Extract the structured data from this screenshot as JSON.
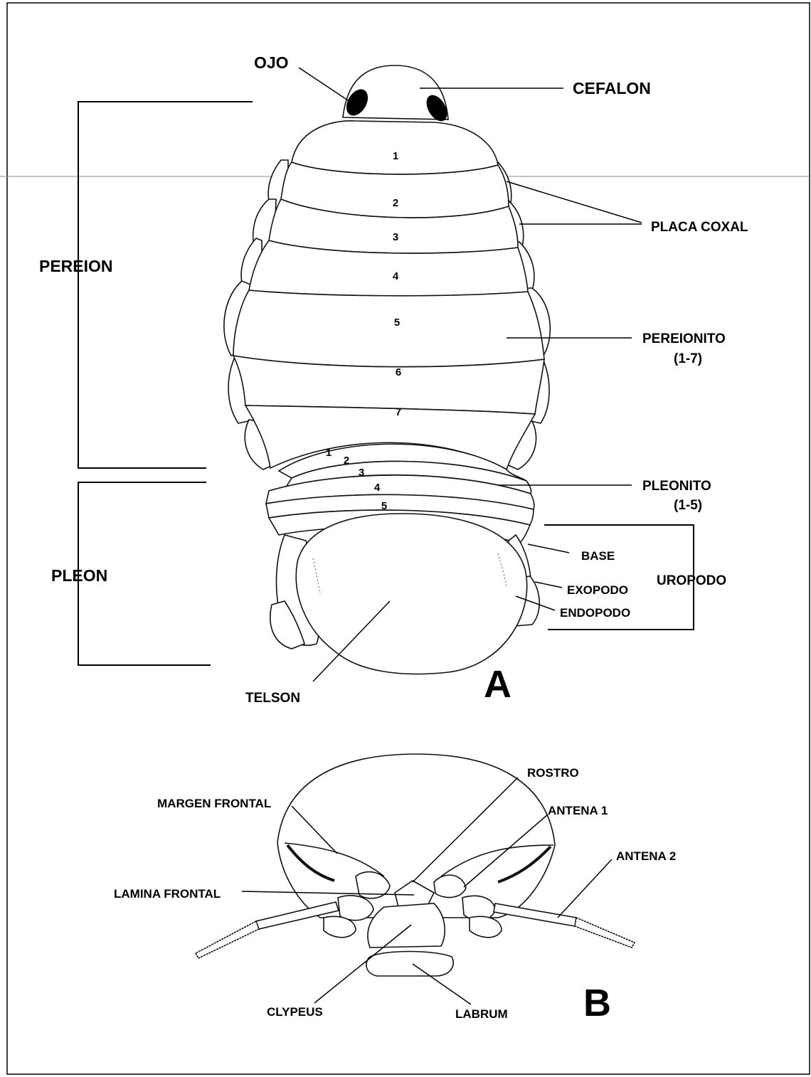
{
  "figure_a": {
    "panel_letter": "A",
    "labels": {
      "ojo": "OJO",
      "cefalon": "CEFALON",
      "placa_coxal": "PLACA COXAL",
      "pereion": "PEREION",
      "pereionito": "PEREIONITO",
      "pereionito_range": "(1-7)",
      "pleonito": "PLEONITO",
      "pleonito_range": "(1-5)",
      "pleon": "PLEON",
      "base": "BASE",
      "uropodo": "UROPODO",
      "exopodo": "EXOPODO",
      "endopodo": "ENDOPODO",
      "telson": "TELSON"
    },
    "pereion_segments": [
      "1",
      "2",
      "3",
      "4",
      "5",
      "6",
      "7"
    ],
    "pleon_segments": [
      "1",
      "2",
      "3",
      "4",
      "5"
    ]
  },
  "figure_b": {
    "panel_letter": "B",
    "labels": {
      "rostro": "ROSTRO",
      "margen_frontal": "MARGEN FRONTAL",
      "antena_1": "ANTENA 1",
      "antena_2": "ANTENA 2",
      "lamina_frontal": "LAMINA FRONTAL",
      "clypeus": "CLYPEUS",
      "labrum": "LABRUM"
    }
  }
}
